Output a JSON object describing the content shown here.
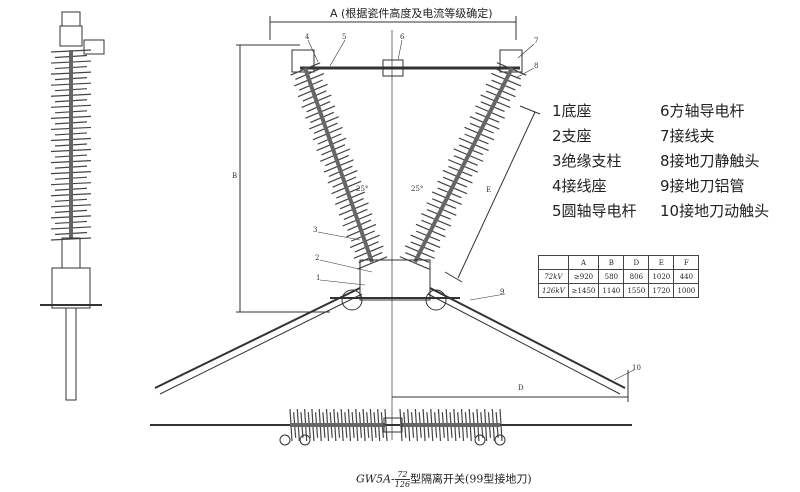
{
  "dimension_a_label": "A (根据瓷件高度及电流等级确定)",
  "dimension_labels": {
    "b": "B",
    "e": "E",
    "d": "D",
    "angle_left": "25°",
    "angle_right": "25°"
  },
  "callouts": [
    "1",
    "2",
    "3",
    "4",
    "5",
    "6",
    "7",
    "8",
    "9",
    "10"
  ],
  "legend": [
    {
      "label": "1底座"
    },
    {
      "label": "2支座"
    },
    {
      "label": "3绝缘支柱"
    },
    {
      "label": "4接线座"
    },
    {
      "label": "5圆轴导电杆"
    },
    {
      "label": "6方轴导电杆"
    },
    {
      "label": "7接线夹"
    },
    {
      "label": "8接地刀静触头"
    },
    {
      "label": "9接地刀铝管"
    },
    {
      "label": "10接地刀动触头"
    }
  ],
  "table": {
    "headers": [
      "",
      "A",
      "B",
      "D",
      "E",
      "F"
    ],
    "rows": [
      [
        "72kV",
        "≥920",
        "580",
        "806",
        "1020",
        "440"
      ],
      [
        "126kV",
        "≥1450",
        "1140",
        "1550",
        "1720",
        "1000"
      ]
    ]
  },
  "caption": {
    "model": "GW5A-",
    "numerator": "72",
    "denominator": "126",
    "suffix": "型隔离开关(99型接地刀)"
  }
}
